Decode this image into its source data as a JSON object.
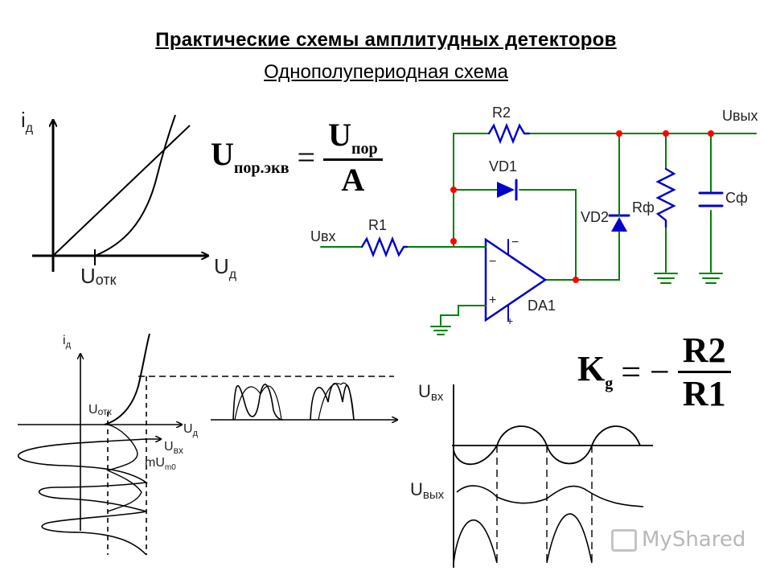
{
  "title": "Практические схемы амплитудных детекторов",
  "subtitle": "Однополупериодная схема",
  "formula1": {
    "lhs_main": "U",
    "lhs_sub": "пор.экв",
    "eq": "=",
    "numerator_main": "U",
    "numerator_sub": "пор",
    "denominator": "A"
  },
  "formula2": {
    "lhs_main": "K",
    "lhs_sub": "g",
    "eq": "= −",
    "numerator": "R2",
    "denominator": "R1"
  },
  "graph_top_left": {
    "y_axis": "i",
    "y_sub": "д",
    "x_axis": "U",
    "x_sub": "д",
    "threshold_main": "U",
    "threshold_sub": "отк"
  },
  "circuit": {
    "r2": "R2",
    "vd1": "VD1",
    "vd2": "VD2",
    "r1": "R1",
    "rf": "Rф",
    "cf": "Cф",
    "uin": "Uвх",
    "uout": "Uвых",
    "opamp": "DA1",
    "minus_top": "−",
    "minus_in": "−",
    "plus_in": "+",
    "plus_bottom": "+",
    "colors": {
      "wire": "#008000",
      "component": "#0000cc",
      "node": "#ff0000",
      "ground": "#008000"
    }
  },
  "graph_bottom_left": {
    "y_main": "i",
    "y_sub": "д",
    "x_main": "U",
    "x_sub": "д",
    "threshold_main": "U",
    "threshold_sub": "отк",
    "uin_main": "U",
    "uin_sub": "вх",
    "amp_main": "mU",
    "amp_sub": "m0"
  },
  "graph_bottom_right": {
    "uin_main": "U",
    "uin_sub": "вх",
    "uout_main": "U",
    "uout_sub": "вых"
  },
  "watermark": "MyShared"
}
